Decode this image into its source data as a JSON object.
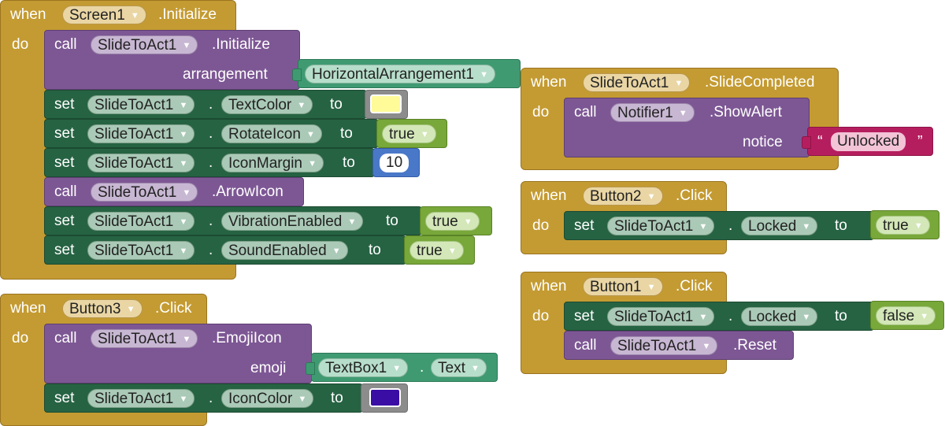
{
  "keywords": {
    "when": "when",
    "do": "do",
    "call": "call",
    "set": "set",
    "to": "to",
    "dot": ".",
    "open_quote": "“",
    "close_quote": "”"
  },
  "screen1_initialize": {
    "component": "Screen1",
    "event": ".Initialize",
    "call_init": {
      "component": "SlideToAct1",
      "method": ".Initialize",
      "param": "arrangement",
      "arg": "HorizontalArrangement1"
    },
    "set_textcolor": {
      "component": "SlideToAct1",
      "property": "TextColor",
      "color": "#fffb99"
    },
    "set_rotateicon": {
      "component": "SlideToAct1",
      "property": "RotateIcon",
      "value": "true"
    },
    "set_iconmargin": {
      "component": "SlideToAct1",
      "property": "IconMargin",
      "value": "10"
    },
    "call_arrowicon": {
      "component": "SlideToAct1",
      "method": ".ArrowIcon"
    },
    "set_vibration": {
      "component": "SlideToAct1",
      "property": "VibrationEnabled",
      "value": "true"
    },
    "set_sound": {
      "component": "SlideToAct1",
      "property": "SoundEnabled",
      "value": "true"
    }
  },
  "button3_click": {
    "component": "Button3",
    "event": ".Click",
    "call_emoji": {
      "component": "SlideToAct1",
      "method": ".EmojiIcon",
      "param": "emoji",
      "arg_component": "TextBox1",
      "arg_property": "Text"
    },
    "set_iconcolor": {
      "component": "SlideToAct1",
      "property": "IconColor",
      "color": "#3a0ea5"
    }
  },
  "slide_completed": {
    "component": "SlideToAct1",
    "event": ".SlideCompleted",
    "call_alert": {
      "component": "Notifier1",
      "method": ".ShowAlert",
      "param": "notice",
      "text": "Unlocked"
    }
  },
  "button2_click": {
    "component": "Button2",
    "event": ".Click",
    "set_locked": {
      "component": "SlideToAct1",
      "property": "Locked",
      "value": "true"
    }
  },
  "button1_click": {
    "component": "Button1",
    "event": ".Click",
    "set_locked": {
      "component": "SlideToAct1",
      "property": "Locked",
      "value": "false"
    },
    "call_reset": {
      "component": "SlideToAct1",
      "method": ".Reset"
    }
  },
  "icons": {
    "dropdown": "dropdown-arrow-icon"
  }
}
